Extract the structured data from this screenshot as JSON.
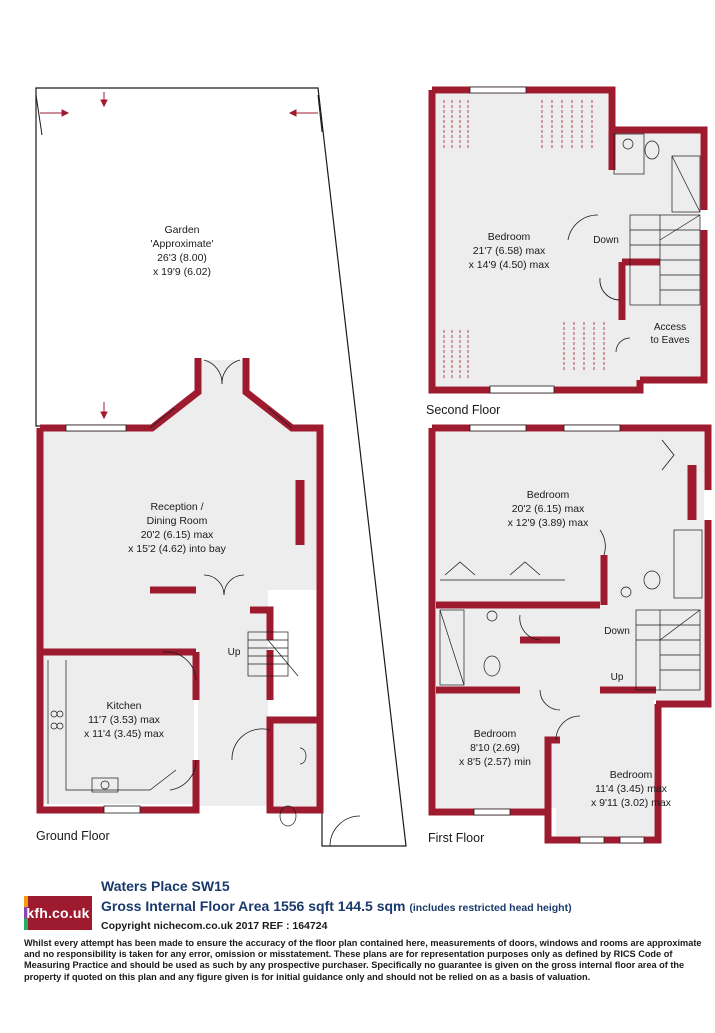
{
  "rooms": {
    "garden": {
      "l1": "Garden",
      "l2": "'Approximate'",
      "l3": "26'3 (8.00)",
      "l4": "x 19'9 (6.02)"
    },
    "reception": {
      "l1": "Reception /",
      "l2": "Dining Room",
      "l3": "20'2 (6.15) max",
      "l4": "x 15'2 (4.62) into bay"
    },
    "kitchen": {
      "l1": "Kitchen",
      "l2": "11'7 (3.53) max",
      "l3": "x 11'4 (3.45) max"
    },
    "second_bedroom": {
      "l1": "Bedroom",
      "l2": "21'7 (6.58) max",
      "l3": "x 14'9 (4.50) max"
    },
    "first_bedroom_main": {
      "l1": "Bedroom",
      "l2": "20'2 (6.15) max",
      "l3": "x 12'9 (3.89) max"
    },
    "first_bedroom_small": {
      "l1": "Bedroom",
      "l2": "8'10 (2.69)",
      "l3": "x 8'5 (2.57) min"
    },
    "first_bedroom_right": {
      "l1": "Bedroom",
      "l2": "11'4 (3.45) max",
      "l3": "x 9'11 (3.02) max"
    }
  },
  "stair_labels": {
    "ground_up": "Up",
    "second_down": "Down",
    "first_down": "Down",
    "first_up": "Up"
  },
  "eaves": {
    "l1": "Access",
    "l2": "to Eaves"
  },
  "floors": {
    "ground": "Ground Floor",
    "first": "First Floor",
    "second": "Second Floor"
  },
  "footer": {
    "logo": "kfh.co.uk",
    "address": "Waters Place  SW15",
    "area": "Gross Internal Floor Area 1556 sqft 144.5 sqm",
    "area_note": "(includes restricted head height)",
    "copyright": "Copyright nichecom.co.uk 2017 REF : 164724",
    "disclaimer": "Whilst every attempt has been made to ensure the accuracy of the floor plan contained here, measurements of doors, windows and rooms are approximate and no responsibility is taken for any error, omission or misstatement.  These plans are for representation purposes only as defined by RICS Code of Measuring Practice and should be used as such by any prospective purchaser.  Specifically no guarantee is given on the gross internal floor area of the property if quoted on this plan and any figure given is for initial guidance only and should not be relied on as a basis of valuation."
  },
  "colors": {
    "wall": "#9e1b2f",
    "floor": "#ededed",
    "text_blue": "#1a3a6b"
  }
}
